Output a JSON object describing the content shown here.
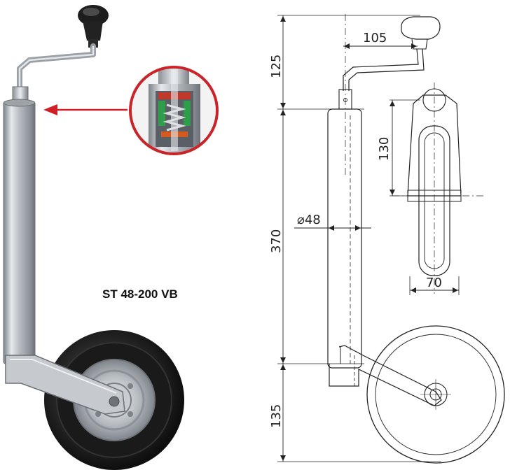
{
  "product": {
    "model_label": "ST 48-200 VB"
  },
  "drawing": {
    "dimensions": {
      "crank_height": "125",
      "handle_offset": "105",
      "tube_length": "370",
      "tube_diameter": "⌀48",
      "wheel_height": "135",
      "clamp_height": "130",
      "wheel_width": "70"
    }
  },
  "colors": {
    "callout_arrow": "#d11f26",
    "line": "#222222",
    "tube_steel": "#b9bec3",
    "tyre": "#1c1c1c"
  }
}
